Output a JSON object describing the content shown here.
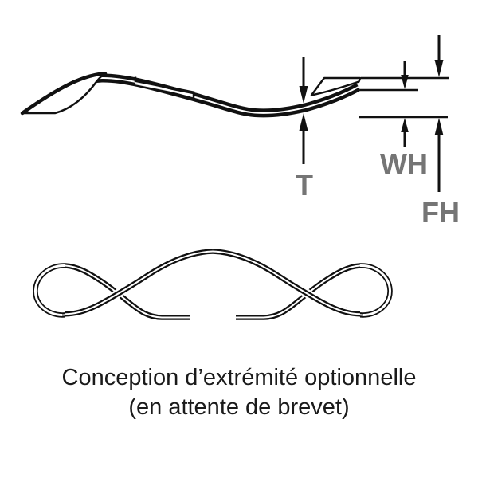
{
  "colors": {
    "background": "#ffffff",
    "line_ink": "#111111",
    "dimension_label": "#757575",
    "caption_text": "#1a1a1a"
  },
  "top_figure": {
    "dimension_labels": {
      "t": "T",
      "wh": "WH",
      "fh": "FH"
    }
  },
  "caption": {
    "line1": "Conception d’extrémité optionnelle",
    "line2": "(en attente de brevet)"
  }
}
